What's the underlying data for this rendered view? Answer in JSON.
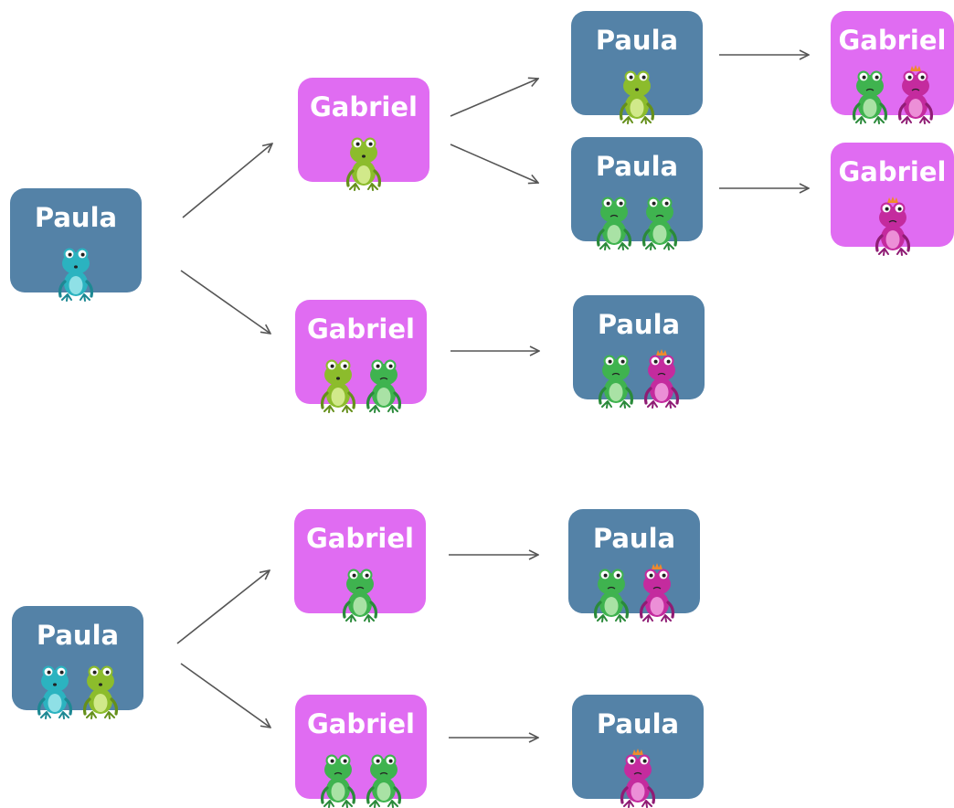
{
  "colors": {
    "paula_box": "#5482a7",
    "gabriel_box": "#e06cf2",
    "label_text": "#ffffff",
    "arrow": "#555555"
  },
  "frog_palettes": {
    "teal": {
      "body": "#2bb3c0",
      "belly": "#8fe0e6",
      "dark": "#1d8893"
    },
    "olive": {
      "body": "#8cbc2c",
      "belly": "#d1e98a",
      "dark": "#65901b"
    },
    "green": {
      "body": "#3fb34f",
      "belly": "#a9e2a5",
      "dark": "#2a8a3a"
    },
    "pink": {
      "body": "#c42b9e",
      "belly": "#ec8fd7",
      "dark": "#8f1c74",
      "crown": "#f08a2c"
    }
  },
  "nodes": [
    {
      "id": "n1",
      "player": "Paula",
      "frogs": [
        "teal"
      ]
    },
    {
      "id": "n2",
      "player": "Gabriel",
      "frogs": [
        "olive"
      ]
    },
    {
      "id": "n3",
      "player": "Gabriel",
      "frogs": [
        "olive",
        "green"
      ]
    },
    {
      "id": "n4",
      "player": "Paula",
      "frogs": [
        "olive"
      ]
    },
    {
      "id": "n5",
      "player": "Paula",
      "frogs": [
        "green",
        "green"
      ]
    },
    {
      "id": "n6",
      "player": "Gabriel",
      "frogs": [
        "green",
        "pink"
      ]
    },
    {
      "id": "n7",
      "player": "Gabriel",
      "frogs": [
        "pink"
      ]
    },
    {
      "id": "n8",
      "player": "Paula",
      "frogs": [
        "green",
        "pink"
      ]
    },
    {
      "id": "n9",
      "player": "Paula",
      "frogs": [
        "teal",
        "olive"
      ]
    },
    {
      "id": "n10",
      "player": "Gabriel",
      "frogs": [
        "green"
      ]
    },
    {
      "id": "n11",
      "player": "Gabriel",
      "frogs": [
        "green",
        "green"
      ]
    },
    {
      "id": "n12",
      "player": "Paula",
      "frogs": [
        "green",
        "pink"
      ]
    },
    {
      "id": "n13",
      "player": "Paula",
      "frogs": [
        "pink"
      ]
    }
  ],
  "edges": [
    [
      "n1",
      "n2"
    ],
    [
      "n1",
      "n3"
    ],
    [
      "n2",
      "n4"
    ],
    [
      "n2",
      "n5"
    ],
    [
      "n4",
      "n6"
    ],
    [
      "n5",
      "n7"
    ],
    [
      "n3",
      "n8"
    ],
    [
      "n9",
      "n10"
    ],
    [
      "n9",
      "n11"
    ],
    [
      "n10",
      "n12"
    ],
    [
      "n11",
      "n13"
    ]
  ]
}
